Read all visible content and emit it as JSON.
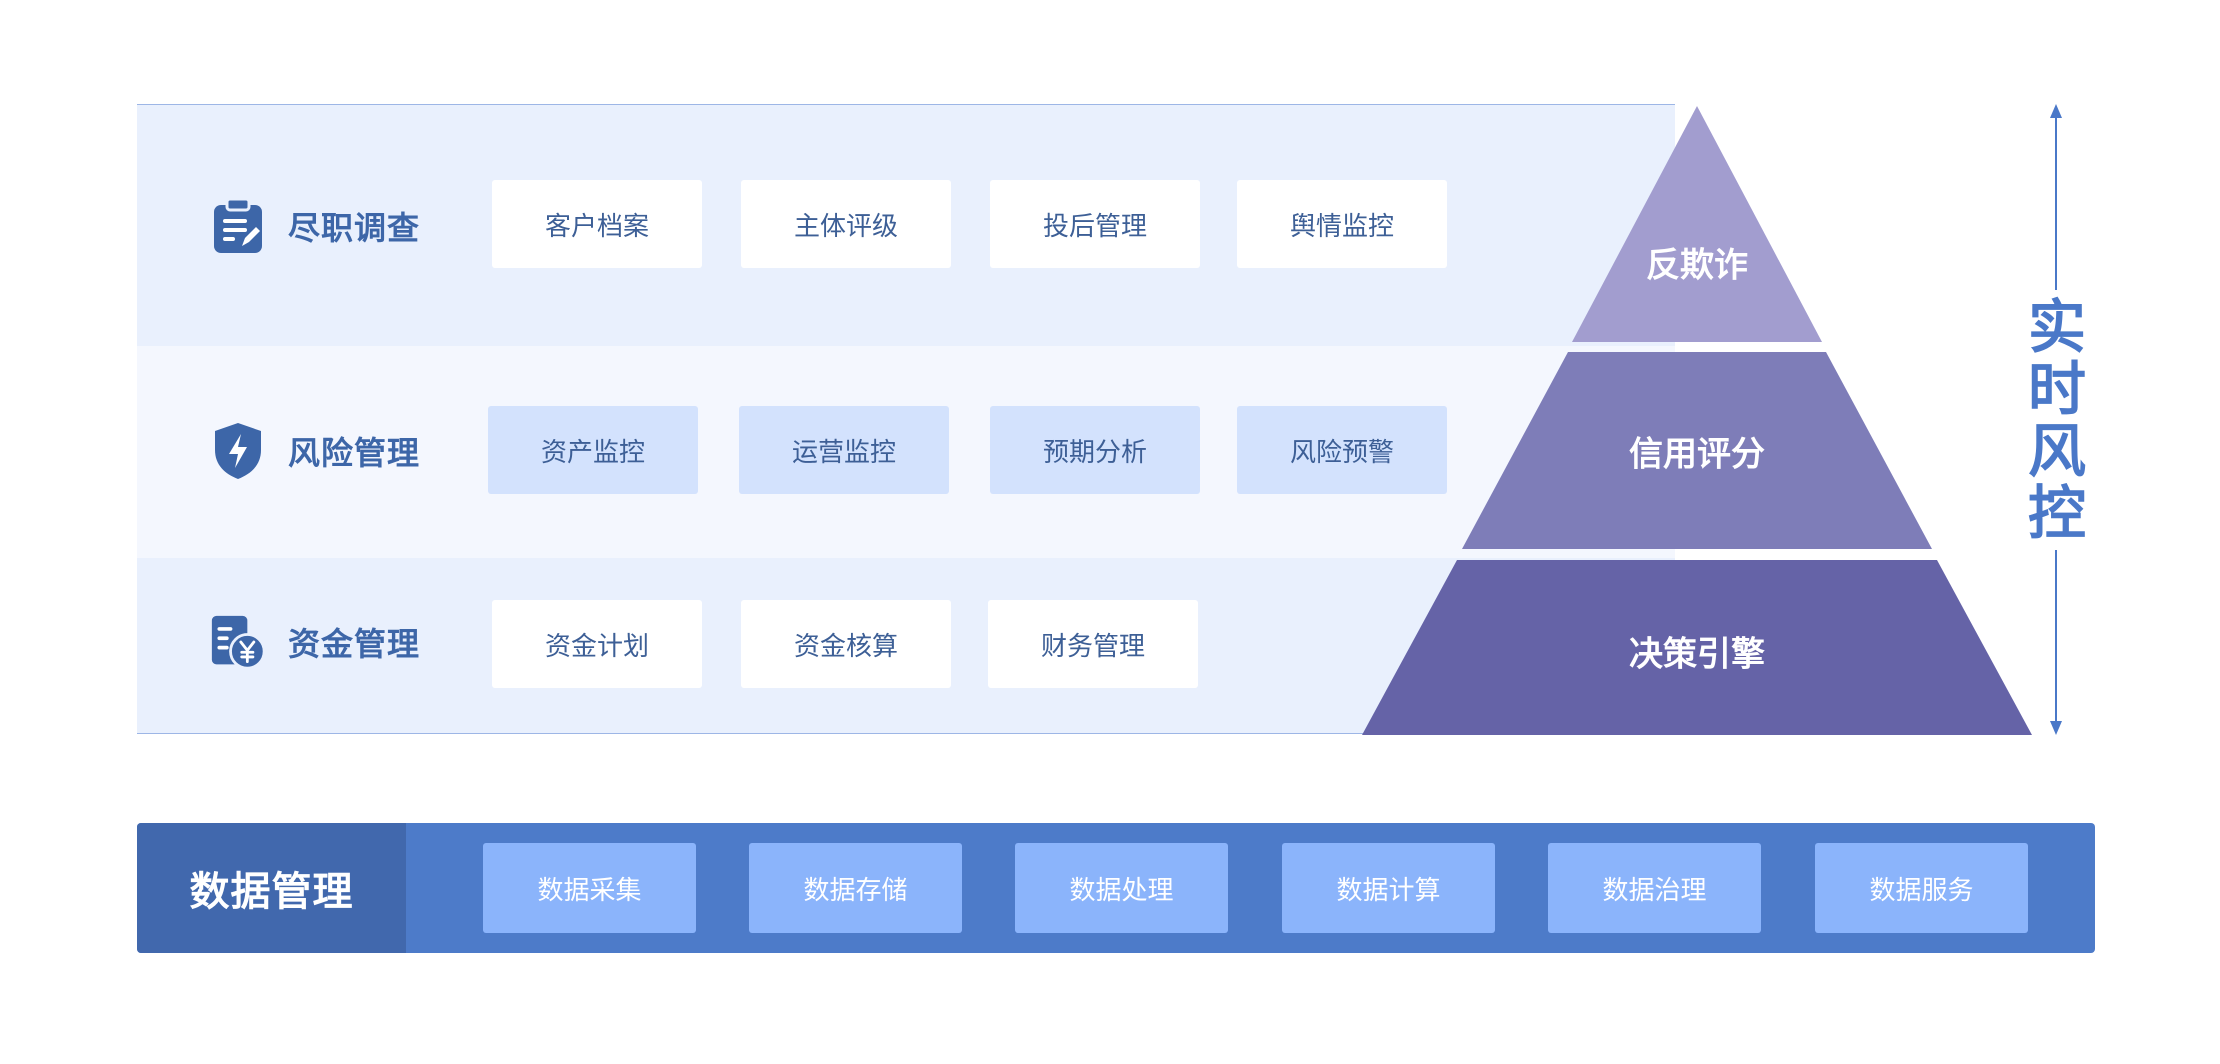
{
  "rows": [
    {
      "label": "尽职调查",
      "icon": "clipboard-edit-icon",
      "items": [
        "客户档案",
        "主体评级",
        "投后管理",
        "舆情监控"
      ]
    },
    {
      "label": "风险管理",
      "icon": "shield-lightning-icon",
      "items": [
        "资产监控",
        "运营监控",
        "预期分析",
        "风险预警"
      ]
    },
    {
      "label": "资金管理",
      "icon": "document-yen-icon",
      "items": [
        "资金计划",
        "资金核算",
        "财务管理"
      ]
    }
  ],
  "pyramid": {
    "levels": [
      "反欺诈",
      "信用评分",
      "决策引擎"
    ],
    "colors": [
      "#a29dcf",
      "#7e7db8",
      "#6563a7"
    ]
  },
  "side_title": "实时风控",
  "data_management": {
    "label": "数据管理",
    "items": [
      "数据采集",
      "数据存储",
      "数据处理",
      "数据计算",
      "数据治理",
      "数据服务"
    ]
  },
  "colors": {
    "accent": "#3d66a8",
    "band_light": "#e9f0fd",
    "band_lighter": "#f4f7fe",
    "chip_blue": "#d3e2fd",
    "data_bar": "#4d7bc9",
    "data_head": "#4168ad",
    "data_chip": "#8bb4fb"
  }
}
